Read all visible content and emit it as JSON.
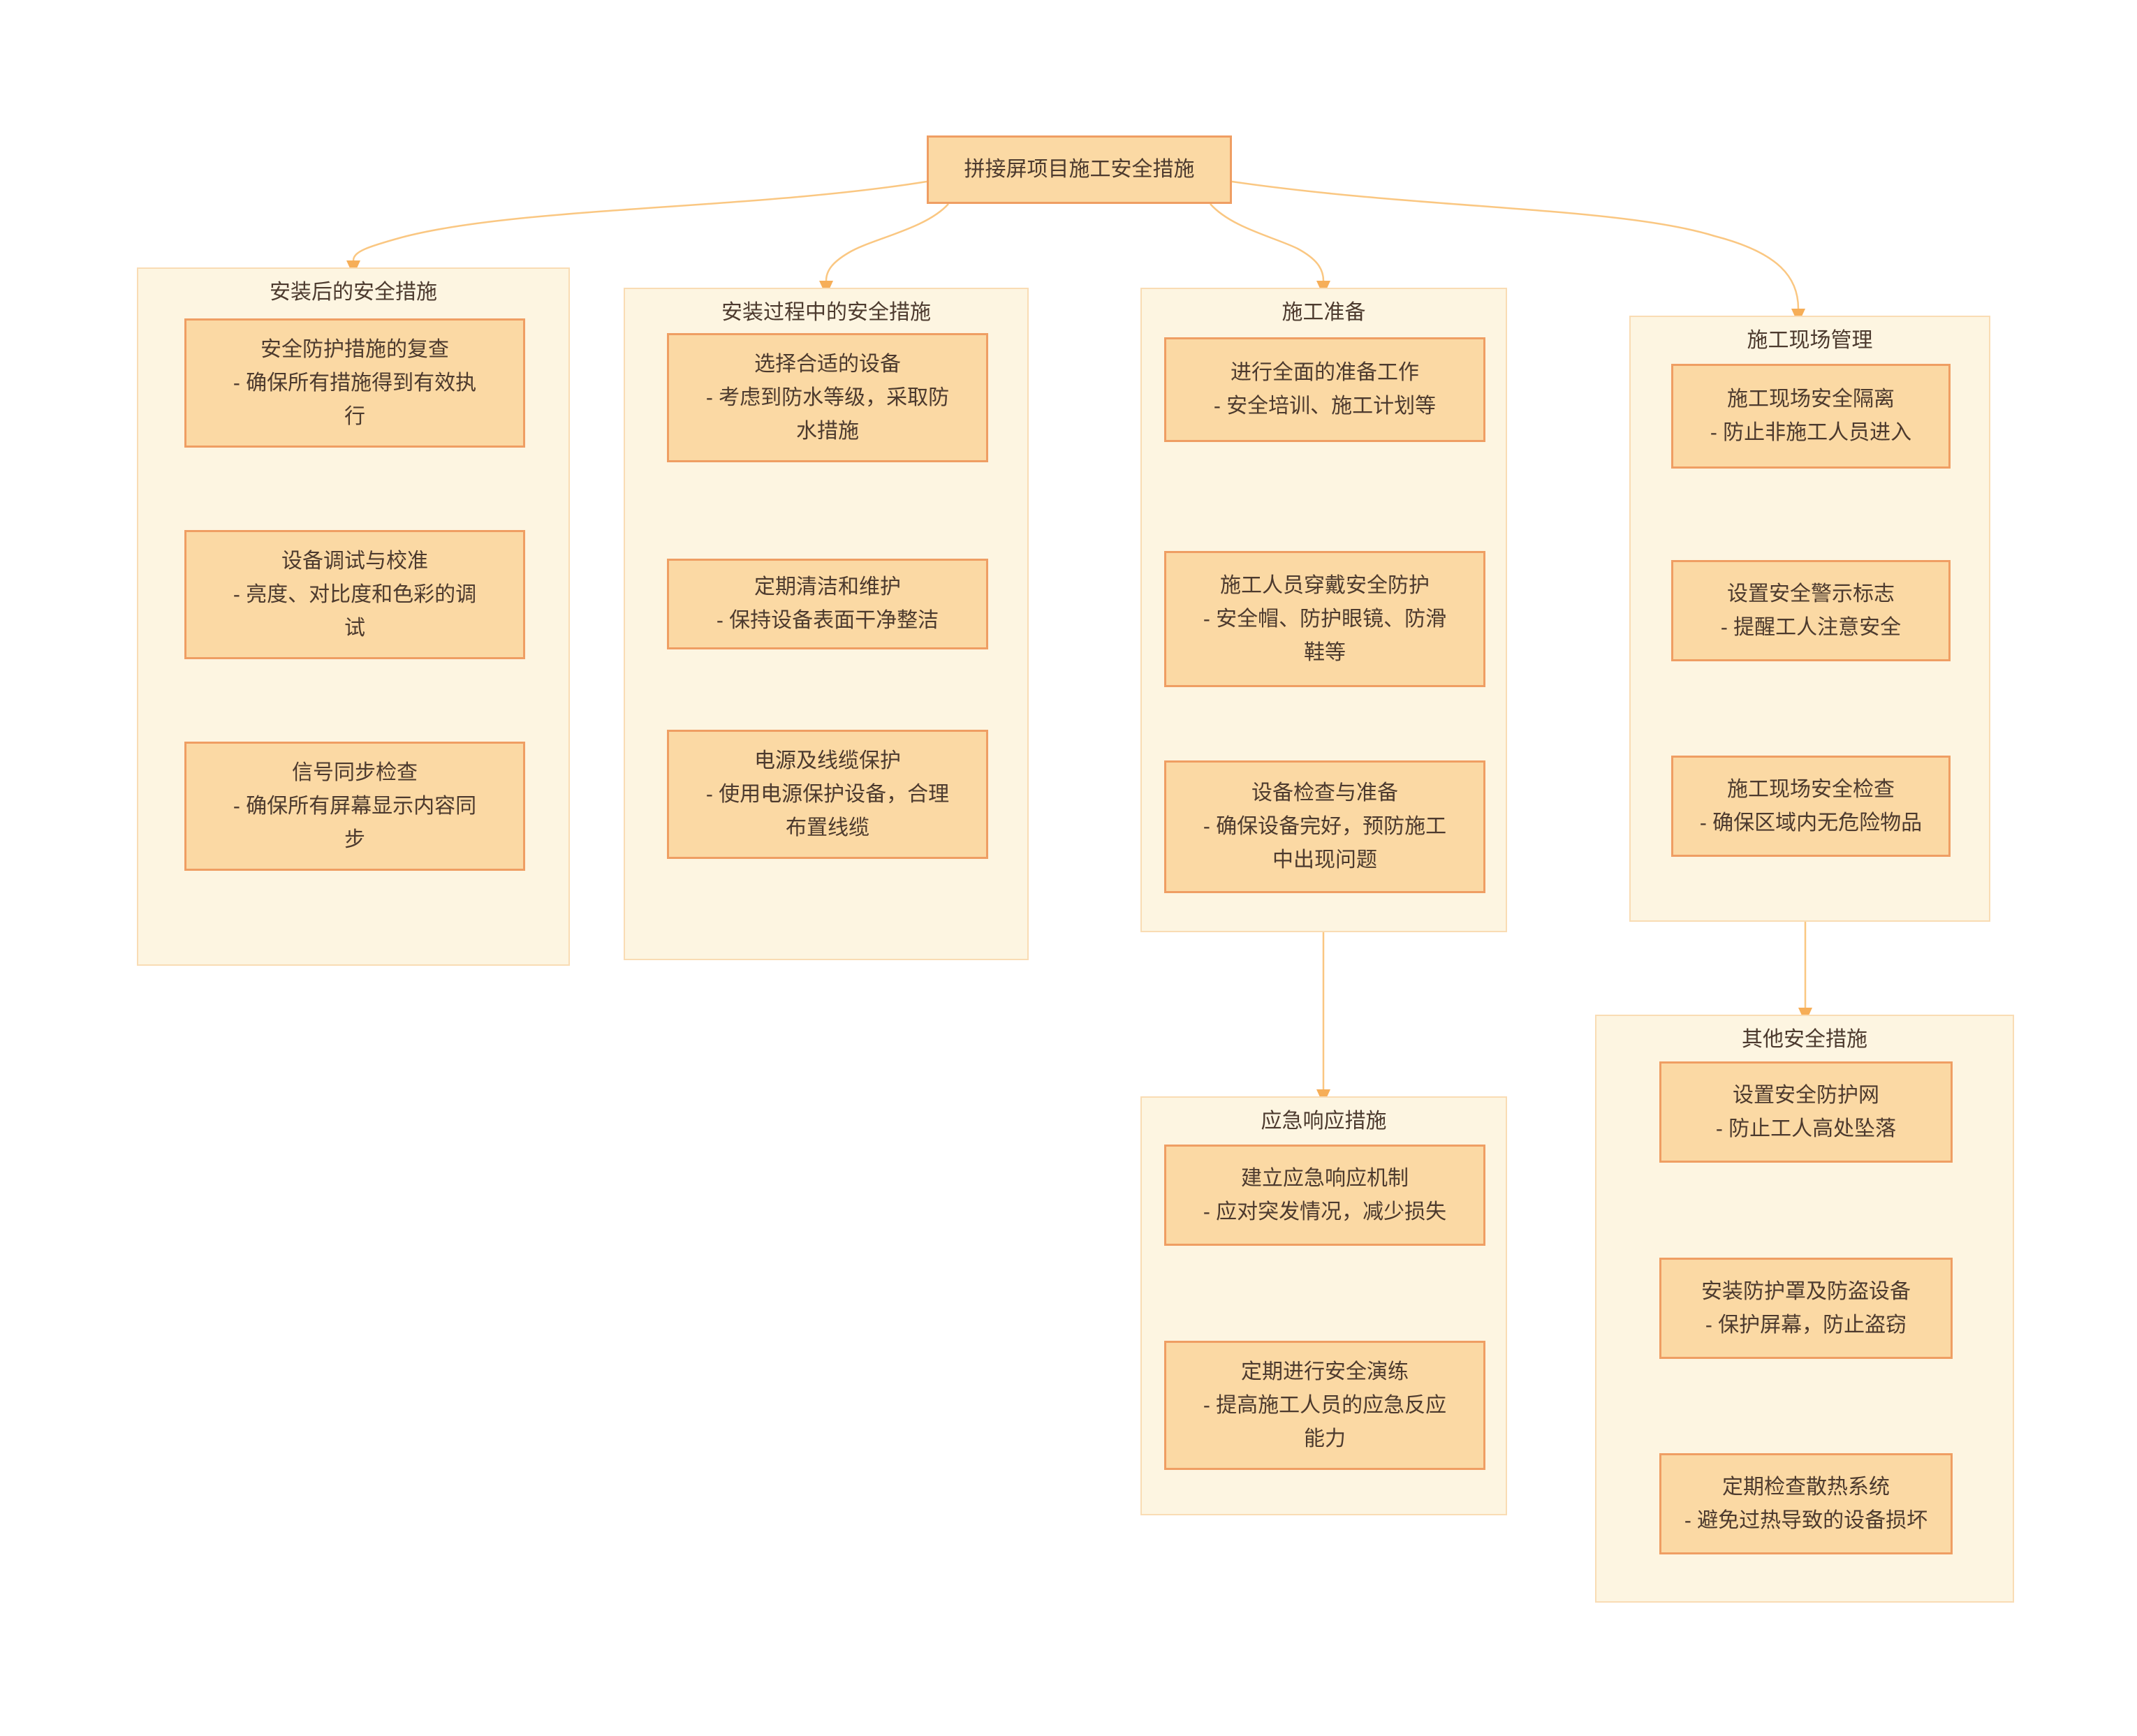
{
  "colors": {
    "page_bg": "#ffffff",
    "group_fill": "#FDF5E1",
    "group_border": "#F9DCB4",
    "box_fill": "#FBD9A4",
    "box_border": "#EF9E63",
    "text_color": "#4C3A2E",
    "connector_line": "#FAC782",
    "connector_arrow": "#F6AE58"
  },
  "root": {
    "label": "拼接屏项目施工安全措施"
  },
  "groups": [
    {
      "title": "安装后的安全措施",
      "boxes": [
        {
          "lines": [
            "安全防护措施的复查",
            "- 确保所有措施得到有效执",
            "行"
          ]
        },
        {
          "lines": [
            "设备调试与校准",
            "- 亮度、对比度和色彩的调",
            "试"
          ]
        },
        {
          "lines": [
            "信号同步检查",
            "- 确保所有屏幕显示内容同",
            "步"
          ]
        }
      ]
    },
    {
      "title": "安装过程中的安全措施",
      "boxes": [
        {
          "lines": [
            "选择合适的设备",
            "- 考虑到防水等级，采取防",
            "水措施"
          ]
        },
        {
          "lines": [
            "定期清洁和维护",
            "- 保持设备表面干净整洁"
          ]
        },
        {
          "lines": [
            "电源及线缆保护",
            "- 使用电源保护设备，合理",
            "布置线缆"
          ]
        }
      ]
    },
    {
      "title": "施工准备",
      "boxes": [
        {
          "lines": [
            "进行全面的准备工作",
            "- 安全培训、施工计划等"
          ]
        },
        {
          "lines": [
            "施工人员穿戴安全防护",
            "- 安全帽、防护眼镜、防滑",
            "鞋等"
          ]
        },
        {
          "lines": [
            "设备检查与准备",
            "- 确保设备完好，预防施工",
            "中出现问题"
          ]
        }
      ]
    },
    {
      "title": "施工现场管理",
      "boxes": [
        {
          "lines": [
            "施工现场安全隔离",
            "- 防止非施工人员进入"
          ]
        },
        {
          "lines": [
            "设置安全警示标志",
            "- 提醒工人注意安全"
          ]
        },
        {
          "lines": [
            "施工现场安全检查",
            "- 确保区域内无危险物品"
          ]
        }
      ]
    },
    {
      "title": "应急响应措施",
      "boxes": [
        {
          "lines": [
            "建立应急响应机制",
            "- 应对突发情况，减少损失"
          ]
        },
        {
          "lines": [
            "定期进行安全演练",
            "- 提高施工人员的应急反应",
            "能力"
          ]
        }
      ]
    },
    {
      "title": "其他安全措施",
      "boxes": [
        {
          "lines": [
            "设置安全防护网",
            "- 防止工人高处坠落"
          ]
        },
        {
          "lines": [
            "安装防护罩及防盗设备",
            "- 保护屏幕，防止盗窃"
          ]
        },
        {
          "lines": [
            "定期检查散热系统",
            "- 避免过热导致的设备损坏"
          ]
        }
      ]
    }
  ]
}
